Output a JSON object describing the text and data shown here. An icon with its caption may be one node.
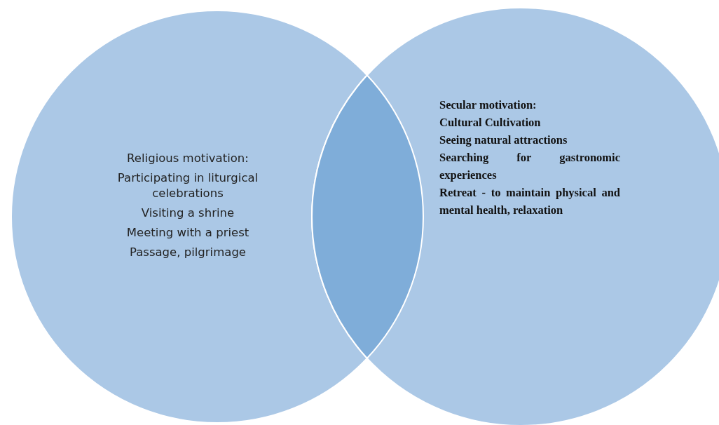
{
  "diagram": {
    "nodes": [
      {
        "text": [
          "Religious motivation:",
          "Participating in liturgical celebrations",
          "Visiting a shrine",
          "Meeting with a priest",
          "Passage, pilgrimage"
        ]
      },
      {
        "text": [
          "Secular motivation:",
          "Cultural Cultivation",
          "Seeing natural attractions",
          "Searching for gastronomic experiences",
          "Retreat - to maintain physical and mental health, relaxation"
        ]
      },
      {
        "text": [],
        "shape": "lens"
      }
    ]
  }
}
